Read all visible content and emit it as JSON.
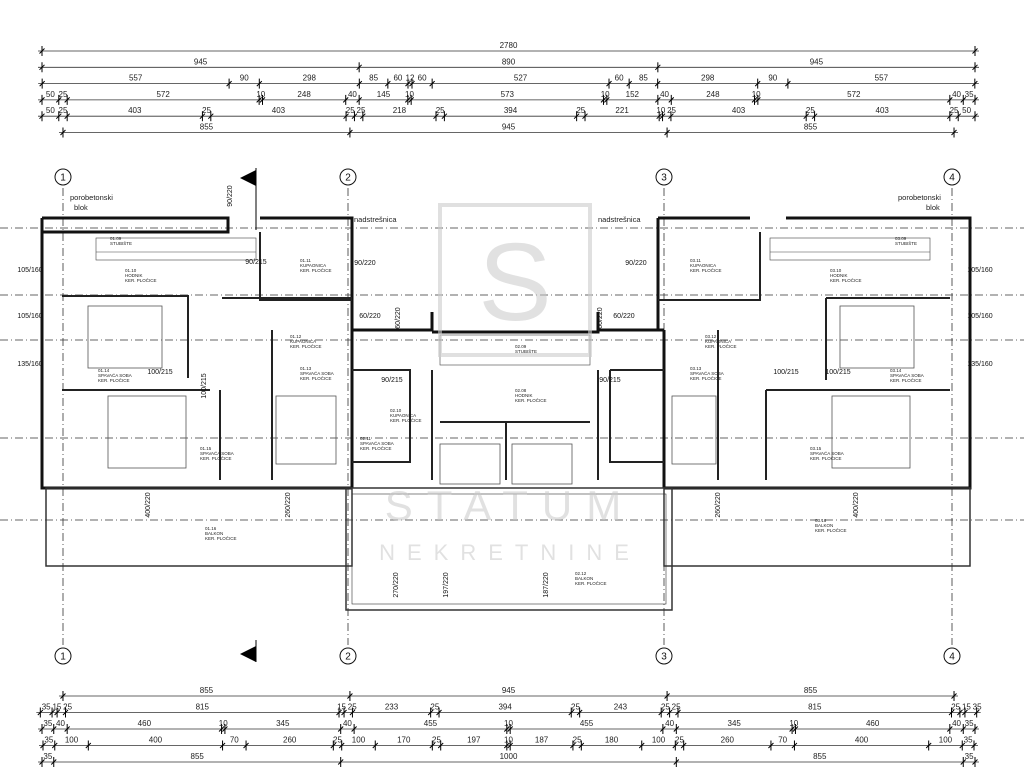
{
  "drawing": {
    "total_width_cm": 2780,
    "top_dimensions": [
      [
        2780
      ],
      [
        945,
        890,
        945
      ],
      [
        557,
        90,
        298,
        85,
        60,
        12,
        60,
        527,
        60,
        85,
        298,
        90,
        557
      ],
      [
        50,
        25,
        572,
        10,
        248,
        40,
        145,
        10,
        573,
        10,
        152,
        40,
        248,
        10,
        572,
        40,
        35
      ],
      [
        50,
        25,
        403,
        25,
        403,
        25,
        25,
        218,
        25,
        394,
        25,
        221,
        10,
        25,
        403,
        25,
        403,
        25,
        50
      ],
      [
        855,
        945,
        855
      ]
    ],
    "bottom_dimensions": [
      [
        855,
        945,
        855
      ],
      [
        35,
        15,
        25,
        815,
        15,
        25,
        233,
        25,
        394,
        25,
        243,
        25,
        25,
        815,
        25,
        15,
        35
      ],
      [
        35,
        40,
        460,
        10,
        345,
        40,
        455,
        10,
        455,
        40,
        345,
        10,
        460,
        40,
        35
      ],
      [
        35,
        100,
        400,
        70,
        260,
        25,
        100,
        170,
        25,
        197,
        10,
        187,
        25,
        180,
        100,
        25,
        260,
        70,
        400,
        100,
        35
      ],
      [
        35,
        855,
        1000,
        855,
        35
      ]
    ],
    "axes": [
      "1",
      "2",
      "3",
      "4"
    ],
    "notes": {
      "block_left_1": "porobetonski",
      "block_left_2": "blok",
      "block_right_1": "porobetonski",
      "block_right_2": "blok",
      "roof_left": "nadstrešnica",
      "roof_right": "nadstrešnica"
    },
    "rooms": [
      {
        "code": "01.09",
        "name": "STUBIŠTE"
      },
      {
        "code": "01.10",
        "name": "HODNIK",
        "floor": "KER. PLOČICE"
      },
      {
        "code": "01.11",
        "name": "KUPAONICA",
        "floor": "KER. PLOČICE"
      },
      {
        "code": "01.12",
        "name": "KUPAONICA",
        "floor": "KER. PLOČICE"
      },
      {
        "code": "01.13",
        "name": "SPAVAĆA SOBA",
        "floor": "KER. PLOČICE"
      },
      {
        "code": "01.14",
        "name": "SPAVAĆA SOBA",
        "floor": "KER. PLOČICE"
      },
      {
        "code": "01.15",
        "name": "SPAVAĆA SOBA",
        "floor": "KER. PLOČICE"
      },
      {
        "code": "01.16",
        "name": "BALKON",
        "floor": "KER. PLOČICE"
      },
      {
        "code": "02.08",
        "name": "HODNIK",
        "floor": "KER. PLOČICE"
      },
      {
        "code": "02.09",
        "name": "STUBIŠTE"
      },
      {
        "code": "02.10",
        "name": "KUPAONICA",
        "floor": "KER. PLOČICE"
      },
      {
        "code": "02.11",
        "name": "SPAVAĆA SOBA",
        "floor": "KER. PLOČICE"
      },
      {
        "code": "02.12",
        "name": "BALKON",
        "floor": "KER. PLOČICE"
      },
      {
        "code": "03.09",
        "name": "STUBIŠTE"
      },
      {
        "code": "03.10",
        "name": "HODNIK",
        "floor": "KER. PLOČICE"
      },
      {
        "code": "03.11",
        "name": "KUPAONICA",
        "floor": "KER. PLOČICE"
      },
      {
        "code": "03.12",
        "name": "KUPAONICA",
        "floor": "KER. PLOČICE"
      },
      {
        "code": "03.13",
        "name": "SPAVAĆA SOBA",
        "floor": "KER. PLOČICE"
      },
      {
        "code": "03.14",
        "name": "SPAVAĆA SOBA",
        "floor": "KER. PLOČICE"
      },
      {
        "code": "03.15",
        "name": "SPAVAĆA SOBA",
        "floor": "KER. PLOČICE"
      },
      {
        "code": "03.16",
        "name": "BALKON",
        "floor": "KER. PLOČICE"
      }
    ],
    "openings": [
      "90/220",
      "90/215",
      "105/160",
      "105/160",
      "135/160",
      "100/215",
      "100/215",
      "90/220",
      "60/220",
      "60/220",
      "60/220",
      "90/215",
      "90/220",
      "60/220",
      "90/215",
      "105/160",
      "105/160",
      "135/160",
      "100/215",
      "100/215",
      "400/220",
      "260/220",
      "270/220",
      "197/220",
      "187/220",
      "260/220",
      "400/220"
    ],
    "watermark": {
      "logo": "S",
      "line1": "STATUM",
      "line2": "NEKRETNINE"
    }
  }
}
